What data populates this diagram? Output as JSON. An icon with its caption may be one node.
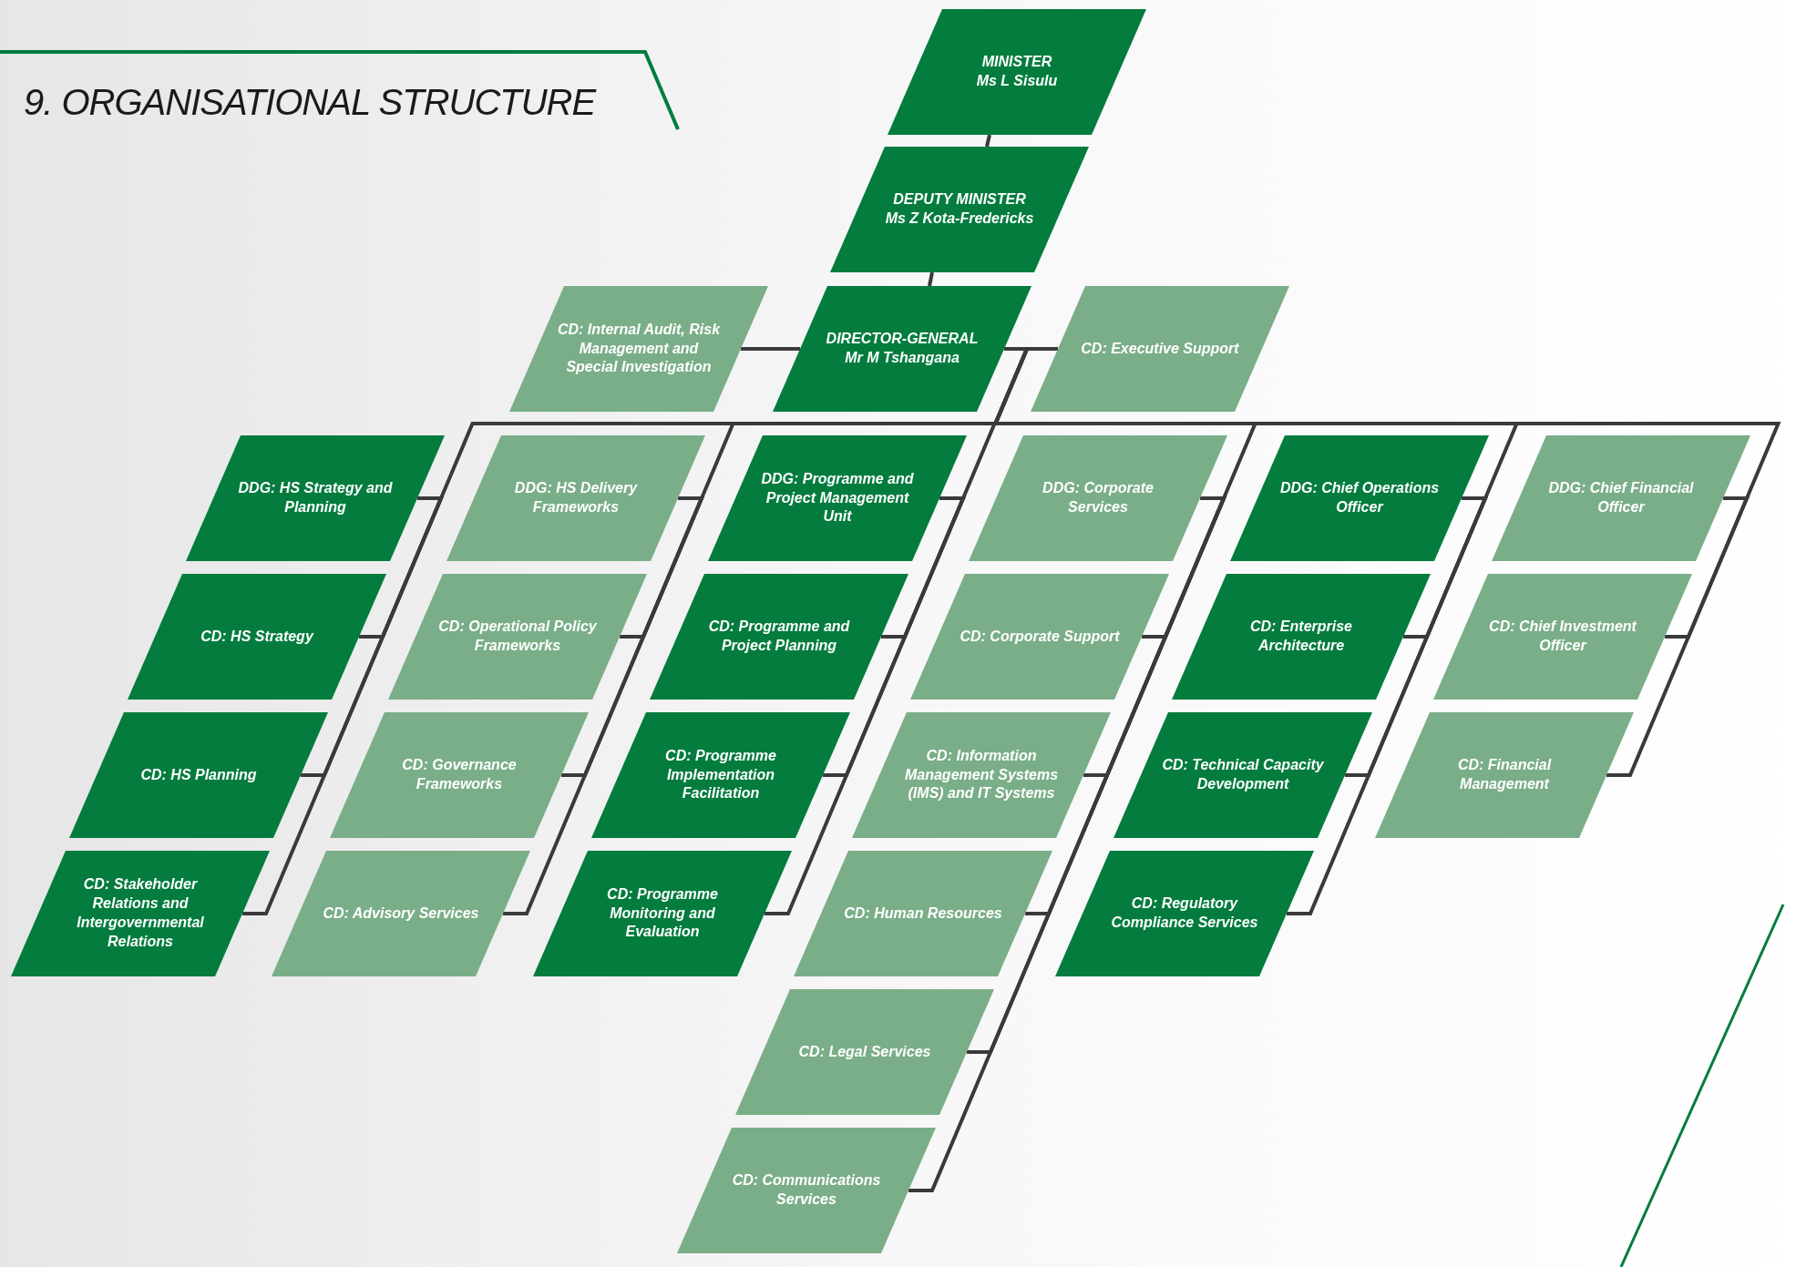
{
  "diagram": {
    "title": "9. ORGANISATIONAL STRUCTURE",
    "nodes": [
      {
        "text": [
          "MINISTER",
          "Ms L Sisulu"
        ]
      },
      {
        "text": [
          "DEPUTY MINISTER",
          "Ms Z Kota-Fredericks"
        ]
      },
      {
        "text": [
          "CD: Internal Audit, Risk Management and Special Investigation"
        ]
      },
      {
        "text": [
          "DIRECTOR-GENERAL",
          "Mr M Tshangana"
        ]
      },
      {
        "text": [
          "CD: Executive Support"
        ]
      },
      {
        "text": [
          "DDG: HS Strategy and Planning"
        ]
      },
      {
        "text": [
          "CD: HS Strategy"
        ]
      },
      {
        "text": [
          "CD: HS Planning"
        ]
      },
      {
        "text": [
          "CD: Stakeholder Relations and Intergovernmental Relations"
        ]
      },
      {
        "text": [
          "DDG: HS Delivery Frameworks"
        ]
      },
      {
        "text": [
          "CD: Operational Policy Frameworks"
        ]
      },
      {
        "text": [
          "CD: Governance Frameworks"
        ]
      },
      {
        "text": [
          "CD: Advisory Services"
        ]
      },
      {
        "text": [
          "DDG: Programme and Project Management Unit"
        ]
      },
      {
        "text": [
          "CD: Programme and Project Planning"
        ]
      },
      {
        "text": [
          "CD: Programme Implementation Facilitation"
        ]
      },
      {
        "text": [
          "CD: Programme Monitoring and Evaluation"
        ]
      },
      {
        "text": [
          "DDG: Corporate Services"
        ]
      },
      {
        "text": [
          "CD: Corporate Support"
        ]
      },
      {
        "text": [
          "CD: Information Management Systems (IMS) and IT Systems"
        ]
      },
      {
        "text": [
          "CD: Human Resources"
        ]
      },
      {
        "text": [
          "CD: Legal Services"
        ]
      },
      {
        "text": [
          "CD: Communications Services"
        ]
      },
      {
        "text": [
          "DDG: Chief Operations Officer"
        ]
      },
      {
        "text": [
          "CD: Enterprise Architecture"
        ]
      },
      {
        "text": [
          "CD: Technical Capacity Development"
        ]
      },
      {
        "text": [
          "CD: Regulatory Compliance Services"
        ]
      },
      {
        "text": [
          "DDG: Chief Financial Officer"
        ]
      },
      {
        "text": [
          "CD: Chief Investment Officer"
        ]
      },
      {
        "text": [
          "CD: Financial Management"
        ]
      }
    ],
    "edges": [
      {
        "from": 0,
        "to": 1,
        "arrow": "none"
      },
      {
        "from": 1,
        "to": 3,
        "arrow": "none"
      },
      {
        "from": 3,
        "to": 2,
        "arrow": "none"
      },
      {
        "from": 3,
        "to": 4,
        "arrow": "none"
      },
      {
        "from": 3,
        "to": 5,
        "arrow": "none"
      },
      {
        "from": 3,
        "to": 9,
        "arrow": "none"
      },
      {
        "from": 3,
        "to": 13,
        "arrow": "none"
      },
      {
        "from": 3,
        "to": 17,
        "arrow": "none"
      },
      {
        "from": 3,
        "to": 23,
        "arrow": "none"
      },
      {
        "from": 3,
        "to": 27,
        "arrow": "none"
      },
      {
        "from": 5,
        "to": 6,
        "arrow": "none"
      },
      {
        "from": 5,
        "to": 7,
        "arrow": "none"
      },
      {
        "from": 5,
        "to": 8,
        "arrow": "none"
      },
      {
        "from": 9,
        "to": 10,
        "arrow": "none"
      },
      {
        "from": 9,
        "to": 11,
        "arrow": "none"
      },
      {
        "from": 9,
        "to": 12,
        "arrow": "none"
      },
      {
        "from": 13,
        "to": 14,
        "arrow": "none"
      },
      {
        "from": 13,
        "to": 15,
        "arrow": "none"
      },
      {
        "from": 13,
        "to": 16,
        "arrow": "none"
      },
      {
        "from": 17,
        "to": 18,
        "arrow": "none"
      },
      {
        "from": 17,
        "to": 19,
        "arrow": "none"
      },
      {
        "from": 17,
        "to": 20,
        "arrow": "none"
      },
      {
        "from": 17,
        "to": 21,
        "arrow": "none"
      },
      {
        "from": 17,
        "to": 22,
        "arrow": "none"
      },
      {
        "from": 23,
        "to": 24,
        "arrow": "none"
      },
      {
        "from": 23,
        "to": 25,
        "arrow": "none"
      },
      {
        "from": 23,
        "to": 26,
        "arrow": "none"
      },
      {
        "from": 27,
        "to": 28,
        "arrow": "none"
      },
      {
        "from": 27,
        "to": 29,
        "arrow": "none"
      }
    ]
  }
}
